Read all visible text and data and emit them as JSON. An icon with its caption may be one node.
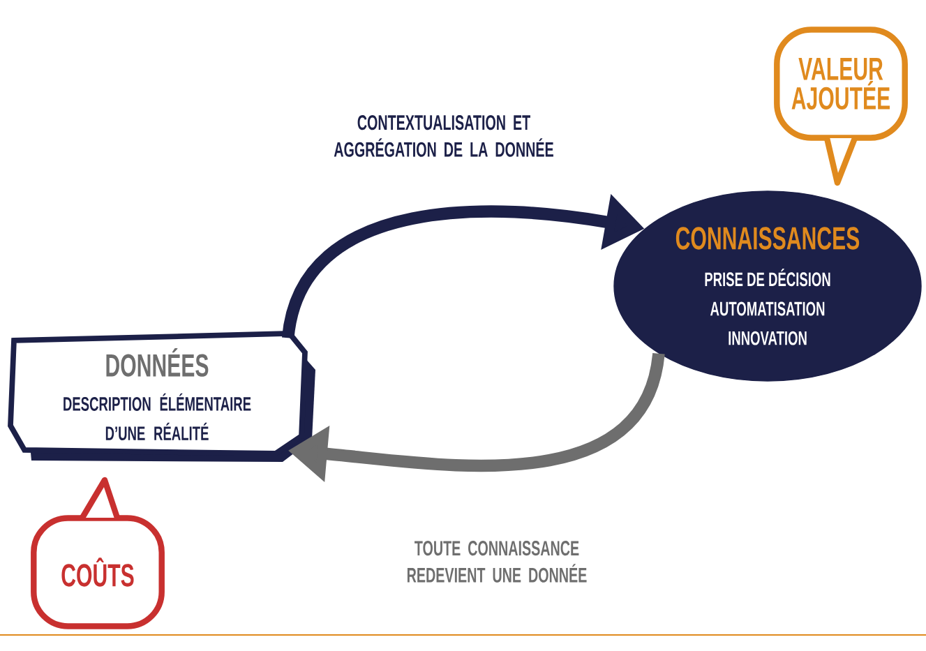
{
  "diagram": {
    "nodes": [
      {
        "text": [
          "DONNÉES",
          "DESCRIPTION ÉLÉMENTAIRE D’UNE RÉALITÉ"
        ]
      },
      {
        "text": [
          "CONNAISSANCES",
          "PRISE DE DÉCISION",
          "AUTOMATISATION",
          "INNOVATION"
        ]
      },
      {
        "text": [
          "VALEUR AJOUTÉE"
        ]
      },
      {
        "text": [
          "COÛTS"
        ]
      }
    ],
    "edges": [
      {
        "from": 0,
        "to": 1,
        "arrow": "to",
        "label": "CONTEXTUALISATION ET AGGRÉGATION DE LA DONNÉE"
      },
      {
        "from": 1,
        "to": 0,
        "arrow": "to",
        "label": "TOUTE CONNAISSANCE REDEVIENT UNE DONNÉE",
        "color": "#6e6e6e"
      }
    ]
  }
}
